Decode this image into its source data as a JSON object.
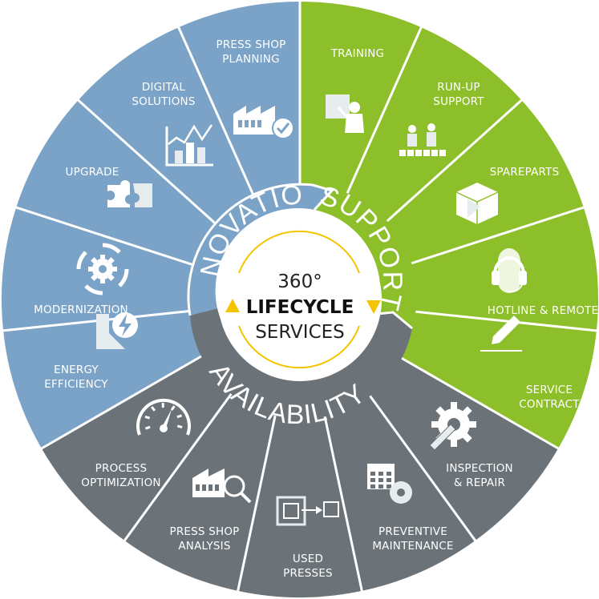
{
  "center": {
    "line1": "360°",
    "line2": "LIFECYCLE",
    "line3": "SERVICES"
  },
  "colors": {
    "innovation": "#7aa3c7",
    "support": "#8cbf2a",
    "availability": "#6b7378",
    "accent": "#f4c400",
    "icon": "#ffffff"
  },
  "rings": {
    "innovation": "INNOVATION",
    "support": "SUPPORT",
    "availability": "AVAILABILITY"
  },
  "segments": [
    {
      "lines": [
        "TRAINING"
      ],
      "icon": "training-board-icon"
    },
    {
      "lines": [
        "RUN-UP",
        "SUPPORT"
      ],
      "icon": "team-workers-icon"
    },
    {
      "lines": [
        "SPAREPARTS"
      ],
      "icon": "package-box-icon"
    },
    {
      "lines": [
        "HOTLINE & REMOTE"
      ],
      "icon": "headset-icon"
    },
    {
      "lines": [
        "SERVICE",
        "CONTRACT"
      ],
      "icon": "pen-sign-icon"
    },
    {
      "lines": [
        "INSPECTION",
        "& REPAIR"
      ],
      "icon": "gear-wrench-icon"
    },
    {
      "lines": [
        "PREVENTIVE",
        "MAINTENANCE"
      ],
      "icon": "calendar-gear-icon"
    },
    {
      "lines": [
        "USED",
        "PRESSES"
      ],
      "icon": "press-transfer-icon"
    },
    {
      "lines": [
        "PRESS SHOP",
        "ANALYSIS"
      ],
      "icon": "factory-magnifier-icon"
    },
    {
      "lines": [
        "PROCESS",
        "OPTIMIZATION"
      ],
      "icon": "speedometer-icon"
    },
    {
      "lines": [
        "ENERGY",
        "EFFICIENCY"
      ],
      "icon": "energy-bolt-icon"
    },
    {
      "lines": [
        "MODERNIZATION"
      ],
      "icon": "cycle-gear-icon"
    },
    {
      "lines": [
        "UPGRADE"
      ],
      "icon": "puzzle-icon"
    },
    {
      "lines": [
        "DIGITAL",
        "SOLUTIONS"
      ],
      "icon": "chart-trend-icon"
    },
    {
      "lines": [
        "PRESS SHOP",
        "PLANNING"
      ],
      "icon": "factory-check-icon"
    }
  ]
}
